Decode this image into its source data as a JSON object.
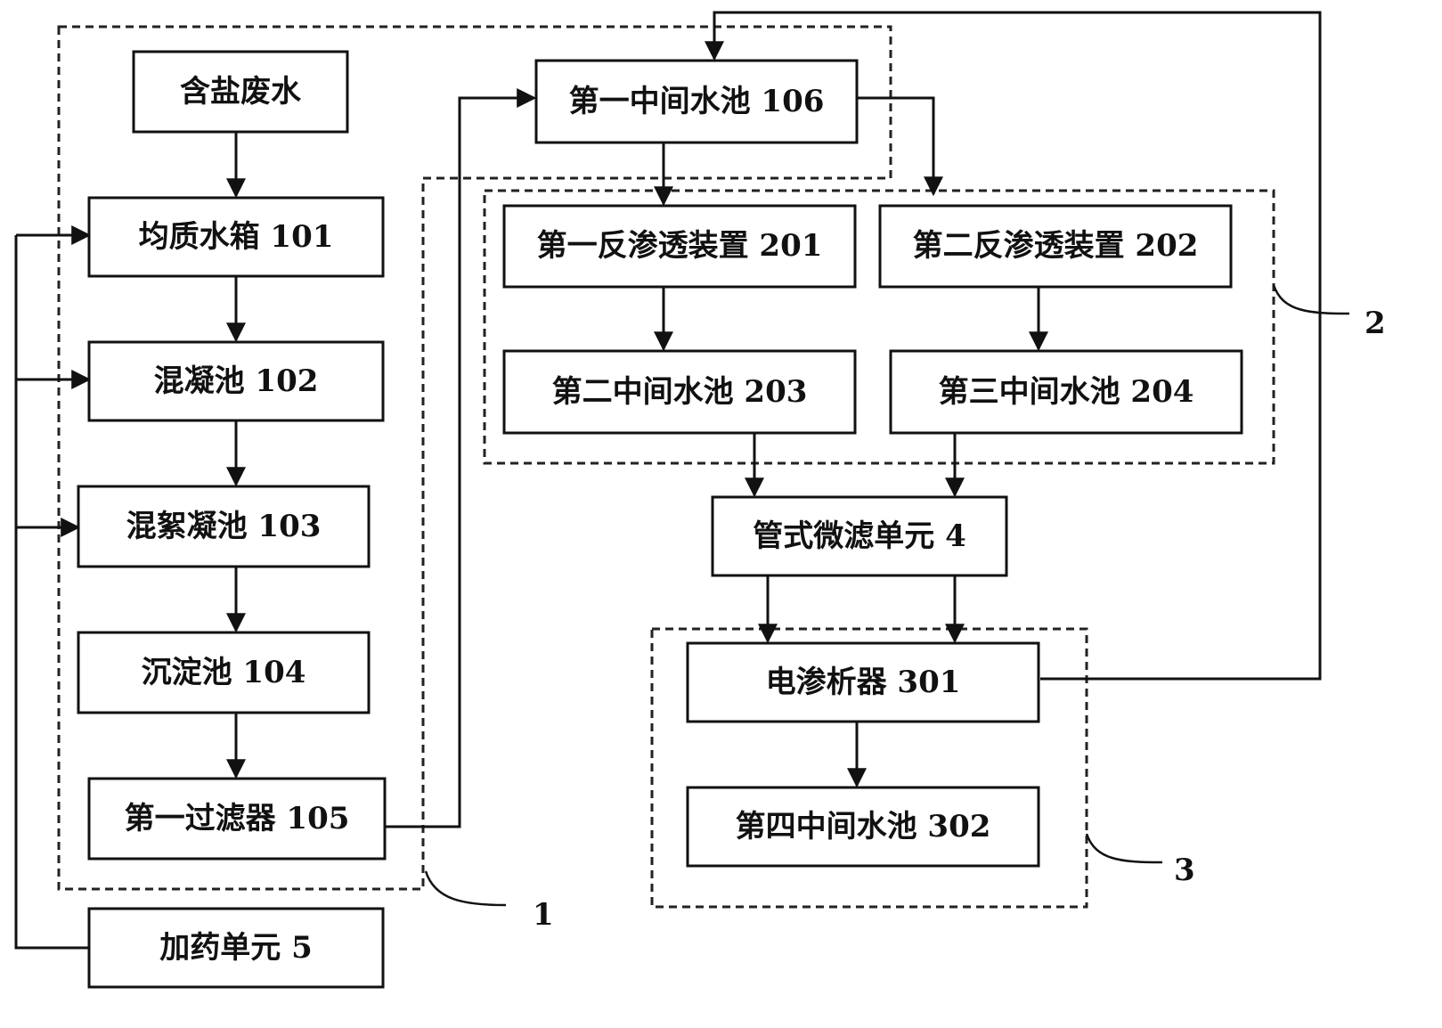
{
  "nodes": [
    {
      "id": "saline_wastewater",
      "label": "含盐废水"
    },
    {
      "id": "homog_tank",
      "label": "均质水箱 101"
    },
    {
      "id": "coag_tank",
      "label": "混凝池 102"
    },
    {
      "id": "floc_tank",
      "label": "混絮凝池 103"
    },
    {
      "id": "sedim_tank",
      "label": "沉淀池 104"
    },
    {
      "id": "filter1",
      "label": "第一过滤器 105"
    },
    {
      "id": "pool106",
      "label": "第一中间水池 106"
    },
    {
      "id": "ro201",
      "label": "第一反渗透装置 201"
    },
    {
      "id": "ro202",
      "label": "第二反渗透装置 202"
    },
    {
      "id": "pool203",
      "label": "第二中间水池 203"
    },
    {
      "id": "pool204",
      "label": "第三中间水池 204"
    },
    {
      "id": "tubular_mf",
      "label": "管式微滤单元 4"
    },
    {
      "id": "ed301",
      "label": "电渗析器 301"
    },
    {
      "id": "pool302",
      "label": "第四中间水池 302"
    },
    {
      "id": "dosing",
      "label": "加药单元 5"
    }
  ],
  "groups": [
    {
      "id": "group1",
      "ref": "1"
    },
    {
      "id": "group2",
      "ref": "2"
    },
    {
      "id": "group3",
      "ref": "3"
    }
  ],
  "edges": [
    {
      "from": "saline_wastewater",
      "to": "homog_tank"
    },
    {
      "from": "homog_tank",
      "to": "coag_tank"
    },
    {
      "from": "coag_tank",
      "to": "floc_tank"
    },
    {
      "from": "floc_tank",
      "to": "sedim_tank"
    },
    {
      "from": "sedim_tank",
      "to": "filter1"
    },
    {
      "from": "filter1",
      "to": "pool106"
    },
    {
      "from": "pool106",
      "to": "ro201"
    },
    {
      "from": "pool106",
      "to": "ro202"
    },
    {
      "from": "ro201",
      "to": "pool203"
    },
    {
      "from": "ro202",
      "to": "pool204"
    },
    {
      "from": "pool203",
      "to": "tubular_mf"
    },
    {
      "from": "pool204",
      "to": "tubular_mf"
    },
    {
      "from": "tubular_mf",
      "to": "ed301"
    },
    {
      "from": "ed301",
      "to": "pool302"
    },
    {
      "from": "ed301",
      "to": "pool106"
    },
    {
      "from": "dosing",
      "to": "homog_tank"
    },
    {
      "from": "dosing",
      "to": "coag_tank"
    },
    {
      "from": "dosing",
      "to": "floc_tank"
    }
  ]
}
